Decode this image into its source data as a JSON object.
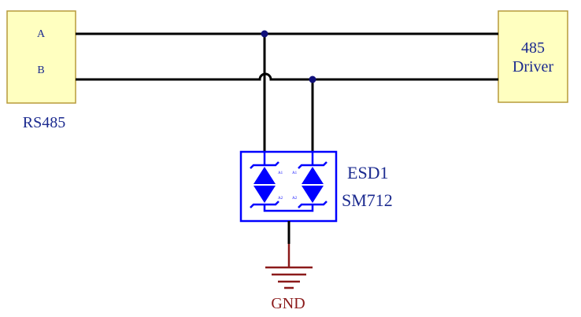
{
  "rs485_block": {
    "pin_a": "A",
    "pin_b": "B",
    "label": "RS485"
  },
  "driver_block": {
    "line1": "485",
    "line2": "Driver"
  },
  "esd": {
    "designator": "ESD1",
    "part": "SM712",
    "pin_labels": [
      "A1",
      "A2",
      "A1",
      "A2"
    ]
  },
  "ground": {
    "label": "GND"
  },
  "colors": {
    "wire": "#000000",
    "component": "#0000ff",
    "block_fill": "#ffffc0",
    "block_border": "#b79a3a",
    "label_blue": "#1b2a8f",
    "ground": "#8b1a1a",
    "junction": "#10107a"
  }
}
